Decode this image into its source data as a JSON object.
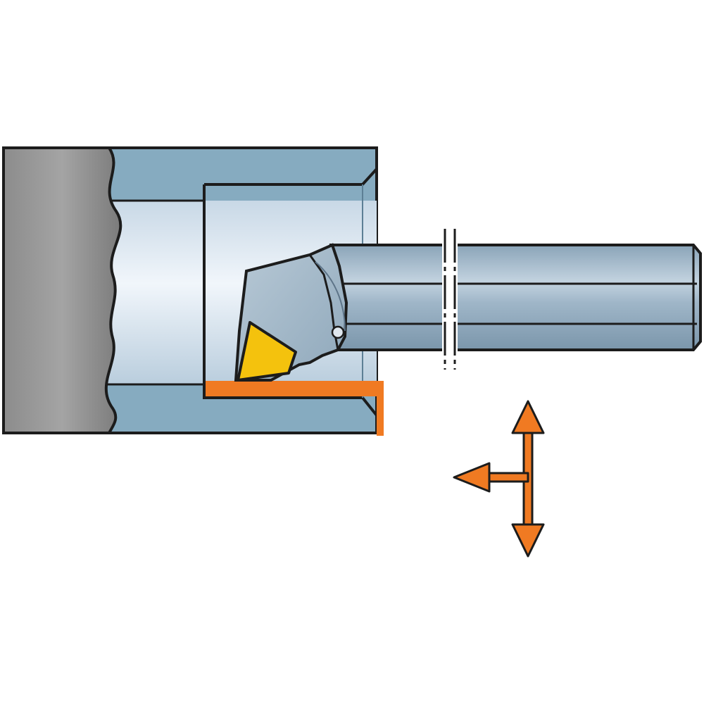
{
  "diagram": {
    "type": "internal-boring-tool-illustration",
    "elements": {
      "workpiece": "workpiece",
      "chuck": "chuck",
      "bore": "bore",
      "tool_bar": "boring-bar",
      "tool_head": "tool-head",
      "insert": "cutting-insert",
      "machined_surface": "machined-surface",
      "feed_directions": [
        "left",
        "up",
        "down"
      ]
    },
    "colors": {
      "outline": "#1c1c1c",
      "workpiece_blue": "#86abc0",
      "bore_light": "#dfe9f1",
      "chuck_gray": "#9a9a9a",
      "bar_blue": "#9fb6c8",
      "insert_yellow": "#f4c20d",
      "accent_orange": "#f07a22"
    }
  }
}
